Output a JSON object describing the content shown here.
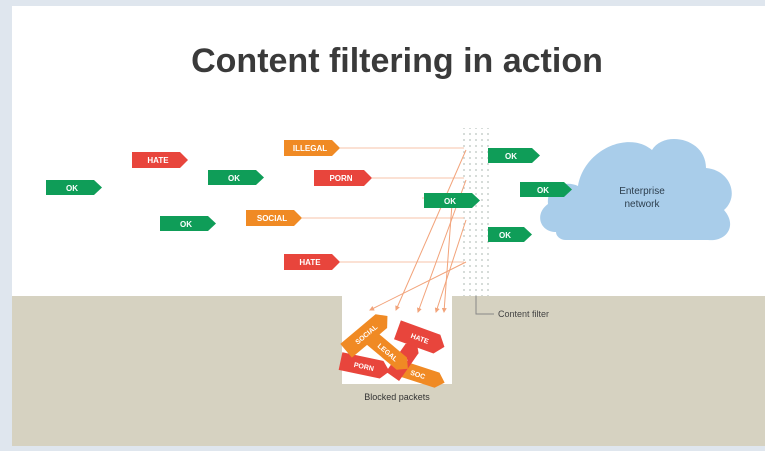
{
  "title": "Content filtering in action",
  "labels": {
    "content_filter": "Content filter",
    "blocked_packets": "Blocked packets",
    "enterprise_network_line1": "Enterprise",
    "enterprise_network_line2": "network"
  },
  "packets": {
    "ok": "OK",
    "hate": "HATE",
    "illegal": "ILLEGAL",
    "porn": "PORN",
    "social": "SOCIAL"
  },
  "blocked_pile_labels": {
    "social": "SOCIAL",
    "hate": "HATE",
    "legal": "LEGAL",
    "porn": "PORN",
    "social_partial": "SOC",
    "hate_partial": "H"
  },
  "colors": {
    "ok": "#0f9d58",
    "hate": "#e8453c",
    "porn": "#e8453c",
    "illegal": "#f08a24",
    "social": "#f08a24",
    "cloud": "#a9cdea",
    "ground": "#d6d2c1",
    "title": "#3a3a3a"
  }
}
